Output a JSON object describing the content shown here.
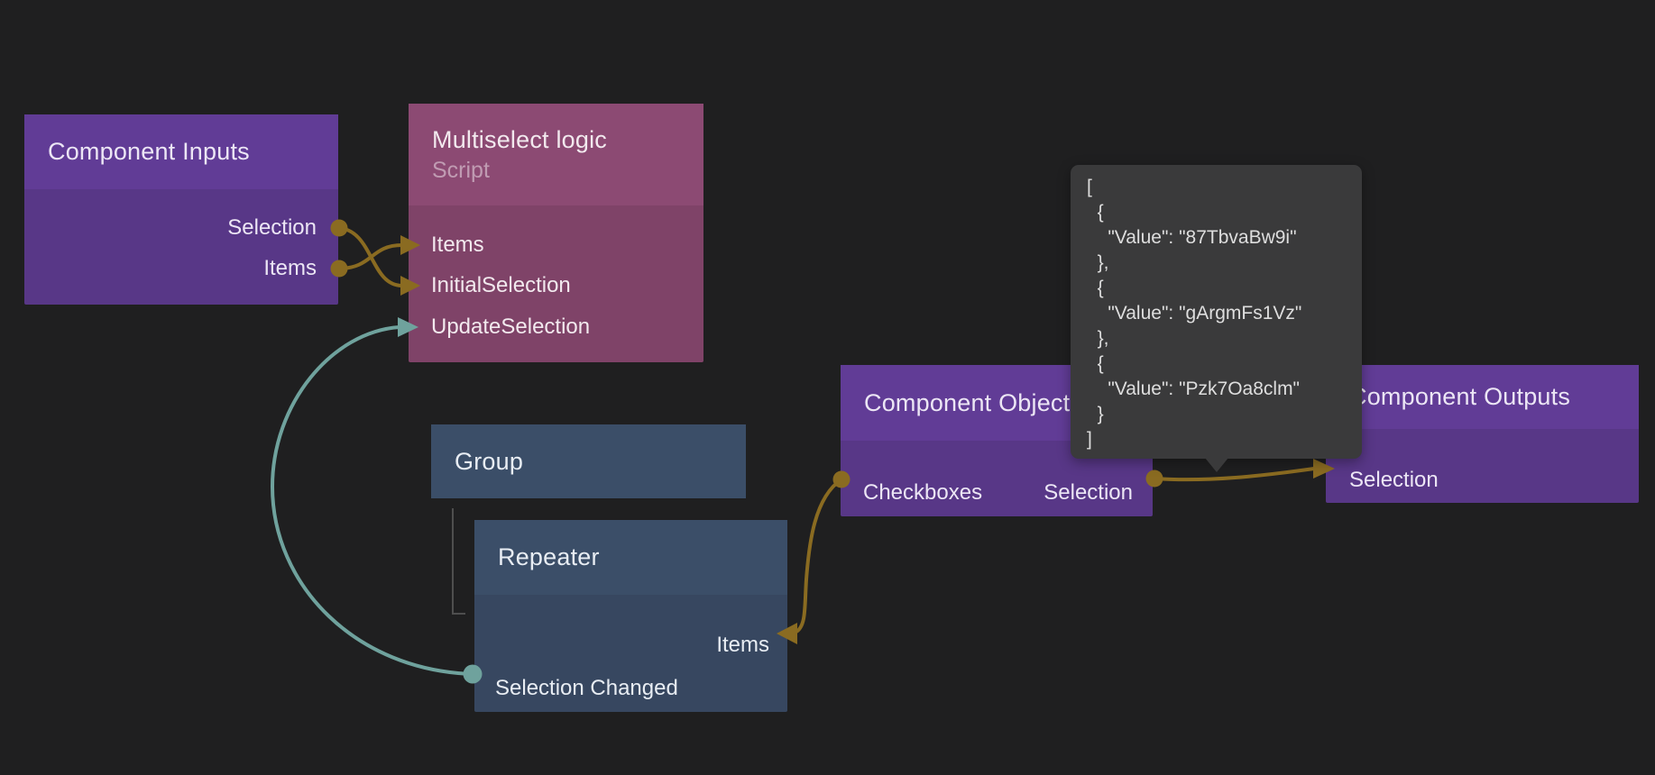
{
  "canvas": {
    "background": "#1f1f20"
  },
  "colors": {
    "purple_header": "#613c96",
    "purple_body": "#583787",
    "pink_header": "#8c4a73",
    "pink_body": "#7f4368",
    "blue_header": "#3b4e68",
    "blue_body": "#374760",
    "connection_gold": "#8a6b21",
    "connection_teal": "#6fa29d",
    "hierarchy_line": "#4e4e4e",
    "tooltip_bg": "#3a3a3b"
  },
  "nodes": {
    "component_inputs": {
      "title": "Component Inputs",
      "ports": {
        "selection": "Selection",
        "items": "Items"
      }
    },
    "multiselect_logic": {
      "title": "Multiselect logic",
      "subtitle": "Script",
      "ports": {
        "items": "Items",
        "initial_selection": "InitialSelection",
        "update_selection": "UpdateSelection"
      }
    },
    "group": {
      "title": "Group"
    },
    "repeater": {
      "title": "Repeater",
      "ports": {
        "items": "Items",
        "selection_changed": "Selection Changed"
      }
    },
    "component_object": {
      "title": "Component Object",
      "ports": {
        "checkboxes": "Checkboxes",
        "selection": "Selection"
      }
    },
    "component_outputs": {
      "title": "Component Outputs",
      "ports": {
        "selection": "Selection"
      }
    }
  },
  "connections": [
    {
      "from": "Component Inputs.Selection",
      "to": "Multiselect logic.InitialSelection",
      "color": "gold"
    },
    {
      "from": "Component Inputs.Items",
      "to": "Multiselect logic.Items",
      "color": "gold"
    },
    {
      "from": "Repeater.Selection Changed",
      "to": "Multiselect logic.UpdateSelection",
      "color": "teal"
    },
    {
      "from": "Component Object.Checkboxes",
      "to": "Repeater.Items",
      "color": "gold"
    },
    {
      "from": "Component Object.Selection",
      "to": "Component Outputs.Selection",
      "color": "gold"
    }
  ],
  "tooltip": {
    "values": [
      "87TbvaBw9i",
      "gArgmFs1Vz",
      "Pzk7Oa8clm"
    ],
    "content": "[\n  {\n    \"Value\": \"87TbvaBw9i\"\n  },\n  {\n    \"Value\": \"gArgmFs1Vz\"\n  },\n  {\n    \"Value\": \"Pzk7Oa8clm\"\n  }\n]"
  }
}
